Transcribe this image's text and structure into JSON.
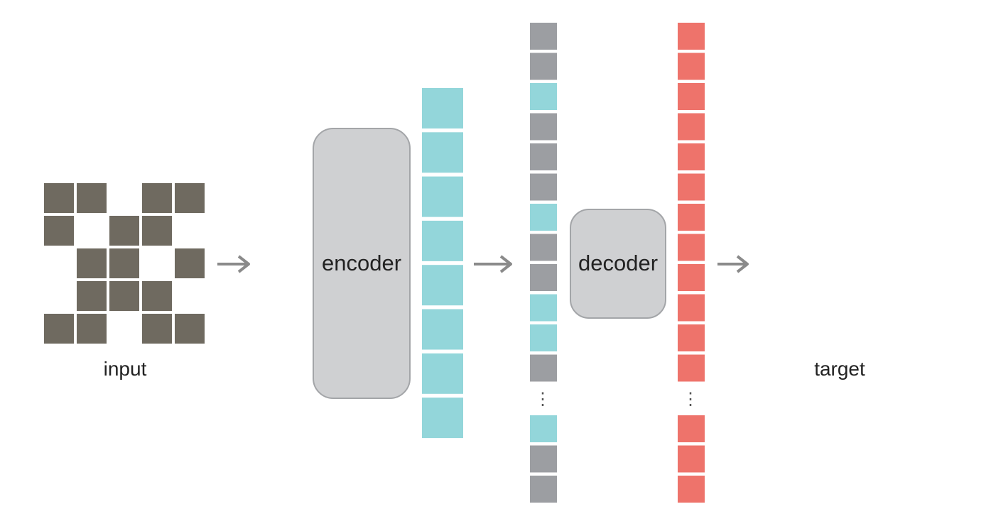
{
  "labels": {
    "input": "input",
    "encoder": "encoder",
    "decoder": "decoder",
    "target": "target",
    "ellipsis": "⋮"
  },
  "input_grid": {
    "rows": 5,
    "cols": 5,
    "visible": [
      [
        0,
        2
      ],
      [
        1,
        1
      ],
      [
        1,
        4
      ],
      [
        2,
        0
      ],
      [
        2,
        3
      ],
      [
        3,
        0
      ],
      [
        3,
        4
      ],
      [
        4,
        2
      ]
    ]
  },
  "mask_sequence": [
    "m",
    "m",
    "v",
    "m",
    "m",
    "m",
    "v",
    "m",
    "m",
    "v",
    "v",
    "m",
    "ellipsis",
    "v",
    "m",
    "m"
  ],
  "encoder_tokens": 8,
  "decoder_tokens": 16,
  "colors": {
    "mask_patch": "#6f6a60",
    "mask_token": "#9c9ea2",
    "visible_token": "#93d6da",
    "predicted_token": "#ee736b",
    "box_fill": "#cfd0d2",
    "box_border": "#a3a5a8",
    "arrow": "#8a8a8a"
  },
  "icons": {
    "arrow": "arrow-right-icon"
  }
}
